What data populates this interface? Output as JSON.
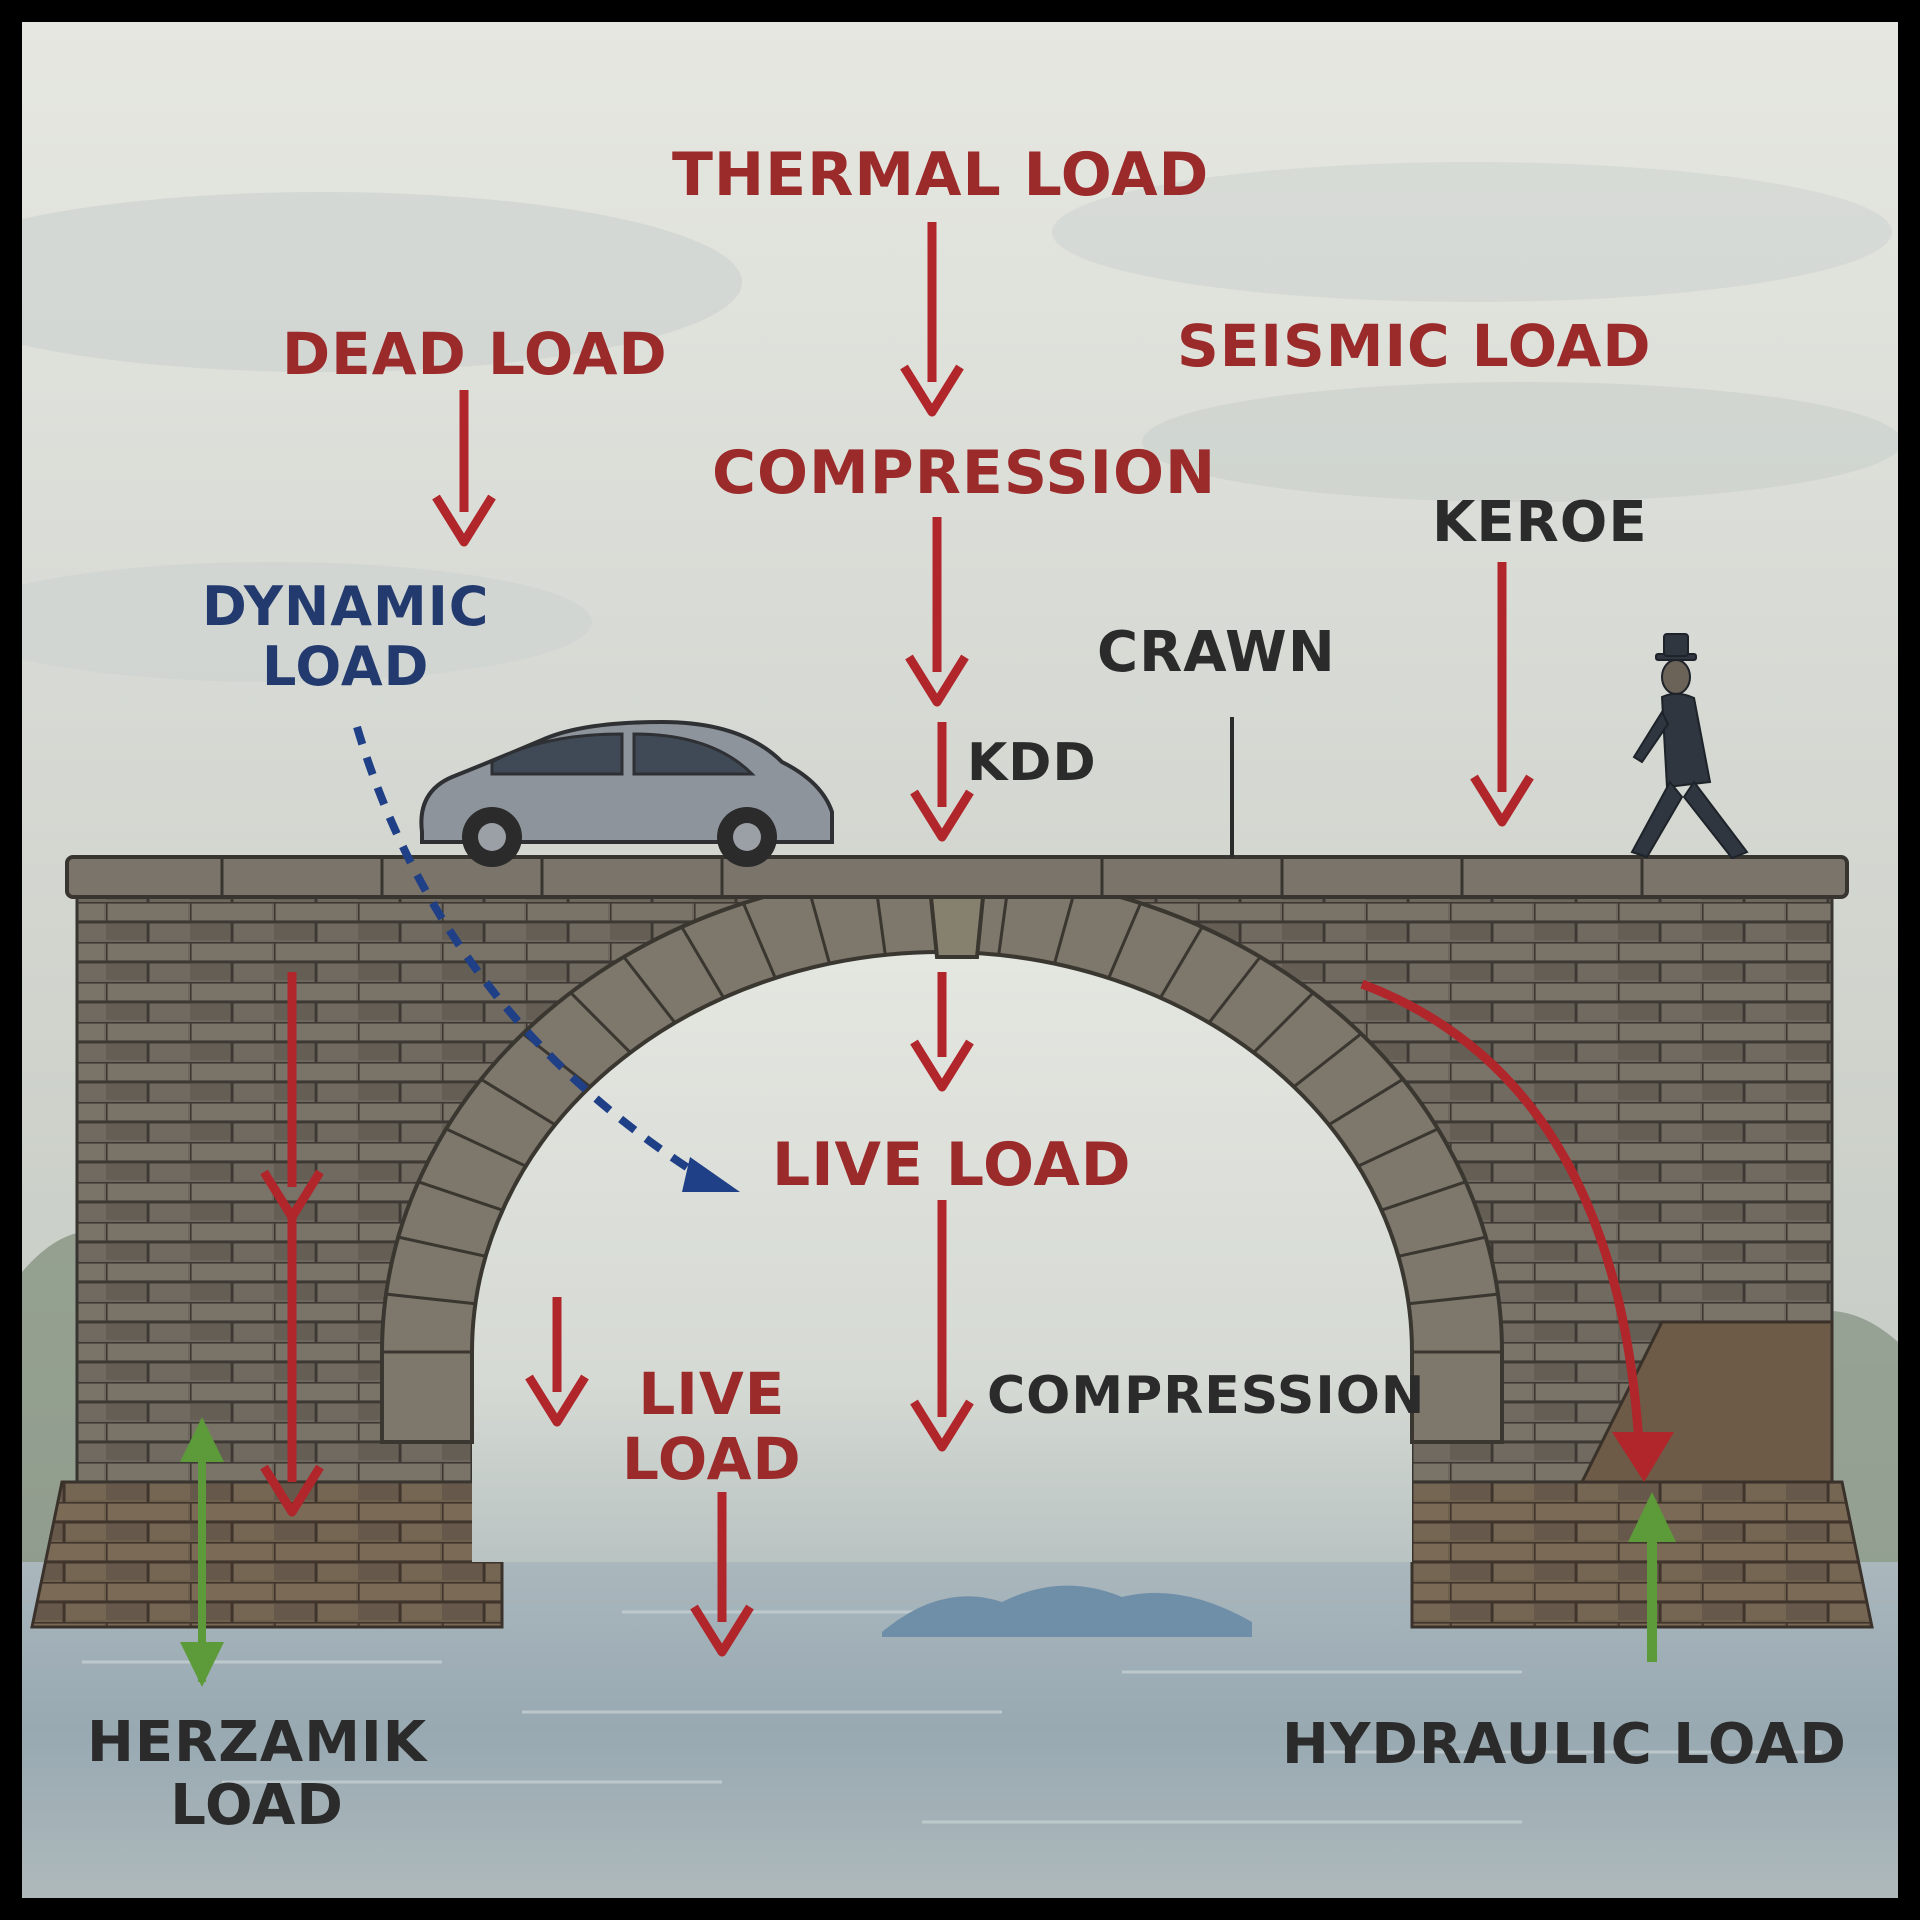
{
  "labels": {
    "thermal_load": "THERMAL LOAD",
    "dead_load": "DEAD LOAD",
    "seismic_load": "SEISMIC LOAD",
    "compression_top": "COMPRESSION",
    "keroe": "KEROE",
    "dynamic_load_1": "DYNAMIC",
    "dynamic_load_2": "LOAD",
    "crawn": "CRAWN",
    "kdd": "KDD",
    "live_load_center": "LIVE LOAD",
    "live_load_arch_1": "LIVE",
    "live_load_arch_2": "LOAD",
    "compression_arch": "COMPRESSION",
    "herzamik_load_1": "HERZAMIK",
    "herzamik_load_2": "LOAD",
    "hydraulic_load": "HYDRAULIC LOAD"
  },
  "colors": {
    "force_arrow": "#b0262b",
    "dynamic_arrow": "#1f3f86",
    "reaction_arrow": "#5d9b3a",
    "label_red": "#9b2a2a",
    "label_blue": "#223a6e",
    "label_dark": "#2b2b2b",
    "stone": "#6b645b",
    "water": "#93a6b1"
  }
}
